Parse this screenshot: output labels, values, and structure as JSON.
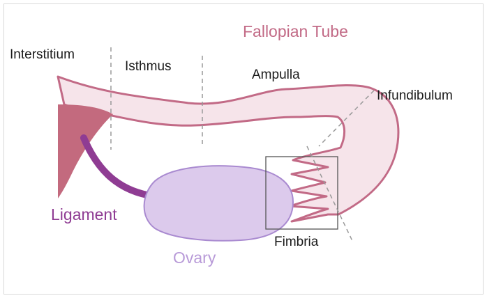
{
  "diagram": {
    "title": "Fallopian Tube",
    "labels": {
      "interstitium": "Interstitium",
      "isthmus": "Isthmus",
      "ampulla": "Ampulla",
      "infundibulum": "Infundibulum",
      "ligament": "Ligament",
      "ovary": "Ovary",
      "fimbria": "Fimbria"
    },
    "colors": {
      "tube_outline": "#c26a86",
      "tube_fill": "#f6e4ea",
      "uterus_fill": "#c36a7e",
      "ligament": "#8f3c93",
      "ovary_fill": "#dccaec",
      "ovary_outline": "#a98ad0",
      "title_text": "#c26a86",
      "ovary_text": "#b89ad8",
      "label_text": "#1a1a1a",
      "divider": "#999999"
    }
  }
}
